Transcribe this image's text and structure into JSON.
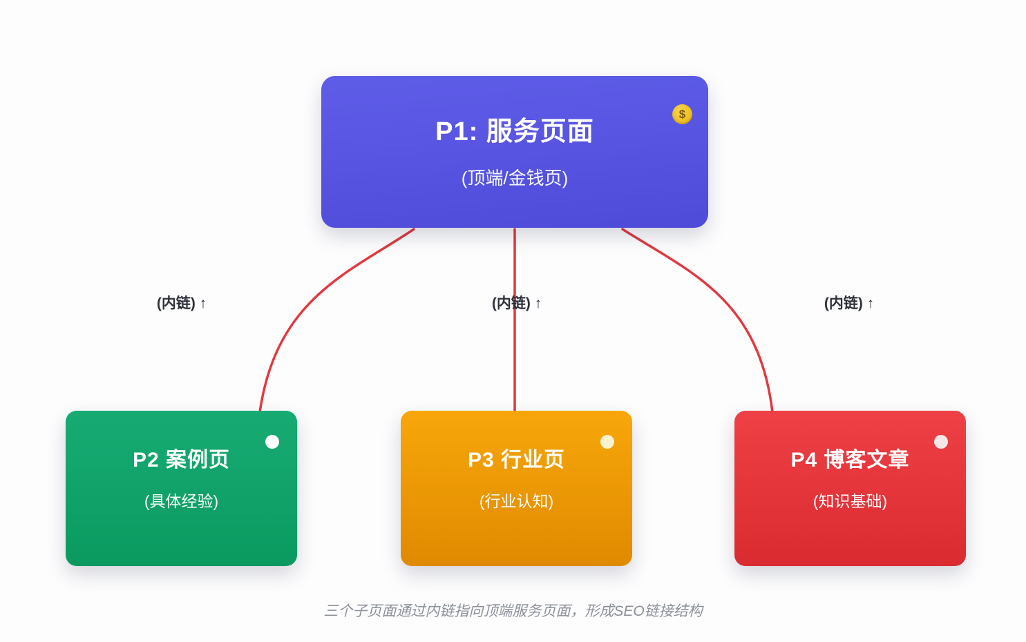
{
  "diagram": {
    "title": "SEO internal-link structure diagram",
    "background": "#fdfdfe",
    "nodes": {
      "p1": {
        "title": "P1: 服务页面",
        "subtitle": "(顶端/金钱页)",
        "badge": "$",
        "badge_color": "#eebf1e",
        "color": "#5552de"
      },
      "p2": {
        "title": "P2 案例页",
        "subtitle": "(具体经验)",
        "badge_color": "#ffffff",
        "color": "#10a469"
      },
      "p3": {
        "title": "P3 行业页",
        "subtitle": "(行业认知)",
        "badge_color": "#fdf2cf",
        "color": "#ef9a05"
      },
      "p4": {
        "title": "P4 博客文章",
        "subtitle": "(知识基础)",
        "badge_color": "#f6e7e7",
        "color": "#e5363c"
      }
    },
    "links": {
      "color": "#e2383f",
      "label_left": "(内链) ↑",
      "label_center": "(内链) ↑",
      "label_right": "(内链) ↑"
    },
    "caption": "三个子页面通过内链指向顶端服务页面，形成SEO链接结构"
  }
}
